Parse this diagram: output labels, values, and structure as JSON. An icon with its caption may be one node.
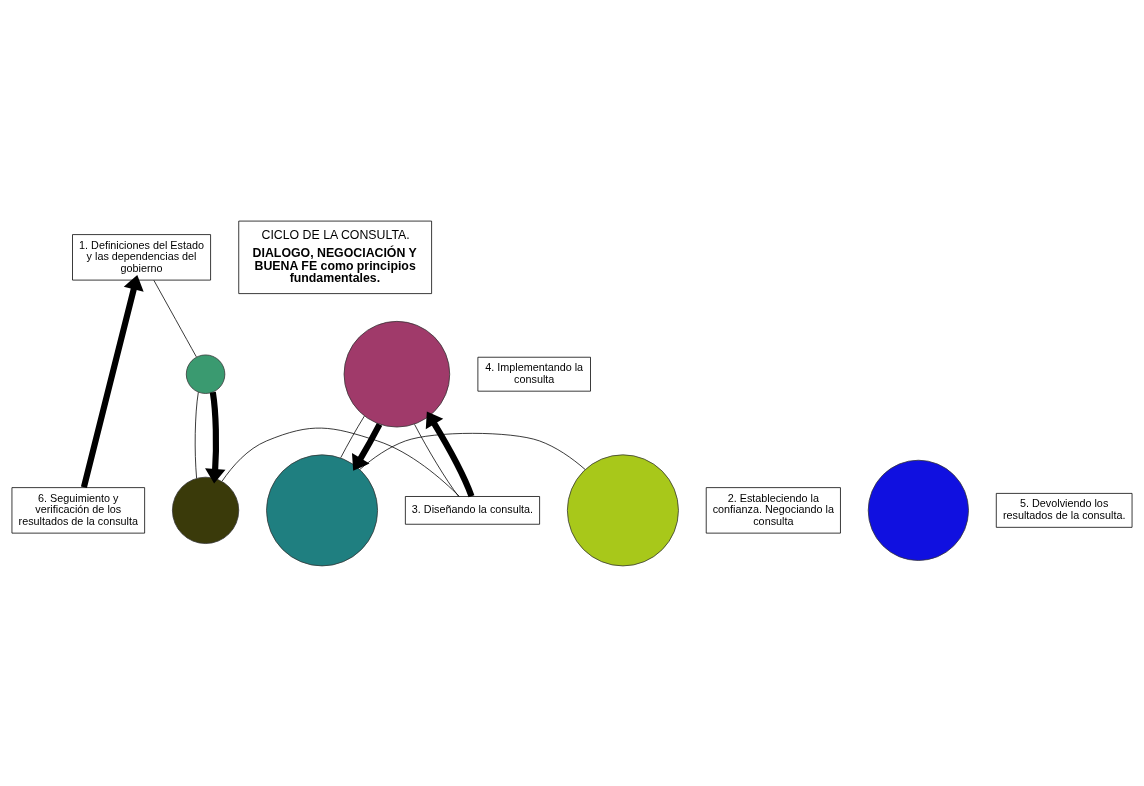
{
  "diagram": {
    "nodes": [
      {
        "text": [
          "1. Definiciones del Estado y las dependencias del gobierno"
        ]
      },
      {
        "text": [],
        "shape": "circle"
      },
      {
        "text": [
          "2. Estableciendo la confianza. Negociando la consulta"
        ]
      },
      {
        "text": [],
        "shape": "circle"
      },
      {
        "text": [
          "3. Diseñando la consulta."
        ]
      },
      {
        "text": [],
        "shape": "circle"
      },
      {
        "text": [
          "4. Implementando la consulta"
        ]
      },
      {
        "text": [],
        "shape": "circle"
      },
      {
        "text": [
          "5. Devolviendo los resultados de la consulta."
        ]
      },
      {
        "text": [],
        "shape": "circle"
      },
      {
        "text": [
          "6. Seguimiento y verificación de los resultados de la consulta"
        ]
      },
      {
        "text": [],
        "shape": "circle"
      },
      {
        "text": [
          "CICLO DE LA CONSULTA.",
          "DIALOGO, NEGOCIACIÓN Y BUENA FE como principios fundamentales."
        ]
      }
    ],
    "edges": [
      {
        "from": 10,
        "to": 0,
        "arrow": "to",
        "style": "thick"
      },
      {
        "from": 0,
        "to": 1,
        "arrow": "none"
      },
      {
        "from": 1,
        "to": 3,
        "arrow": "none"
      },
      {
        "from": 1,
        "to": 3,
        "arrow": "to",
        "style": "thick"
      },
      {
        "from": 3,
        "to": 4,
        "arrow": "none"
      },
      {
        "from": 4,
        "to": 7,
        "arrow": "none"
      },
      {
        "from": 4,
        "to": 7,
        "arrow": "to",
        "style": "thick"
      },
      {
        "from": 7,
        "to": 9,
        "arrow": "none"
      },
      {
        "from": 7,
        "to": 9,
        "arrow": "to",
        "style": "thick"
      },
      {
        "from": 9,
        "to": 11,
        "arrow": "none"
      }
    ]
  }
}
